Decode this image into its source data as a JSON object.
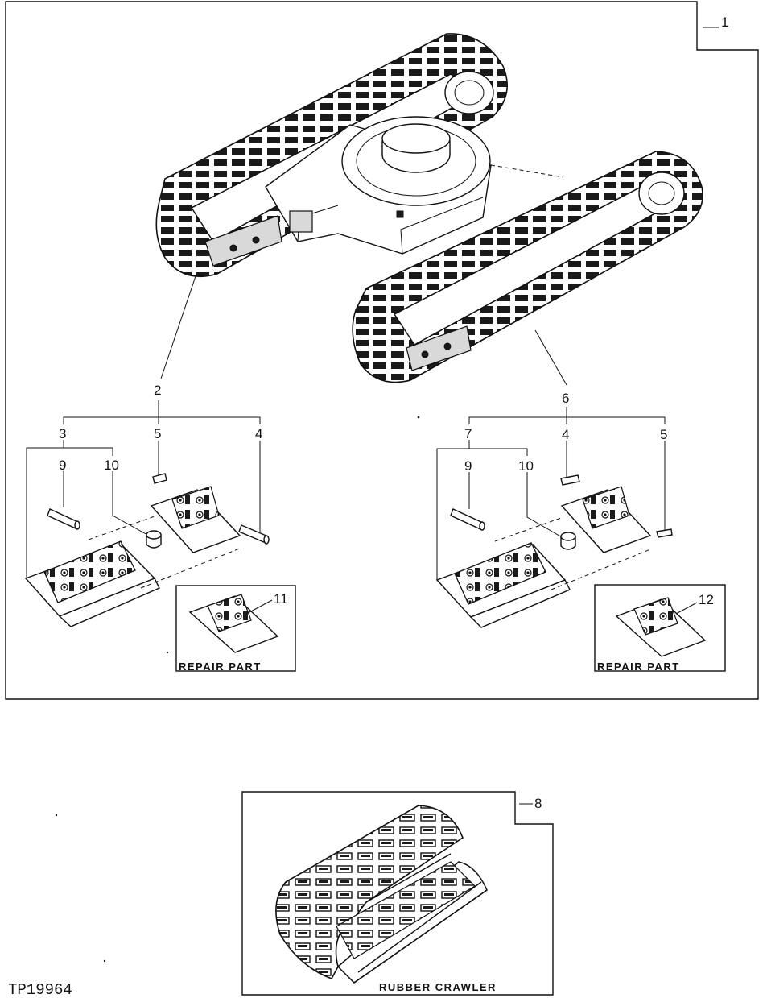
{
  "figure_id": "TP19964",
  "callouts": {
    "c1": "1",
    "c2": "2",
    "c3": "3",
    "c4a": "4",
    "c4b": "4",
    "c5a": "5",
    "c5b": "5",
    "c6": "6",
    "c7": "7",
    "c8": "8",
    "c9a": "9",
    "c9b": "9",
    "c10a": "10",
    "c10b": "10",
    "c11": "11",
    "c12": "12"
  },
  "captions": {
    "repair_left": "REPAIR PART",
    "repair_right": "REPAIR PART",
    "rubber": "RUBBER CRAWLER"
  }
}
